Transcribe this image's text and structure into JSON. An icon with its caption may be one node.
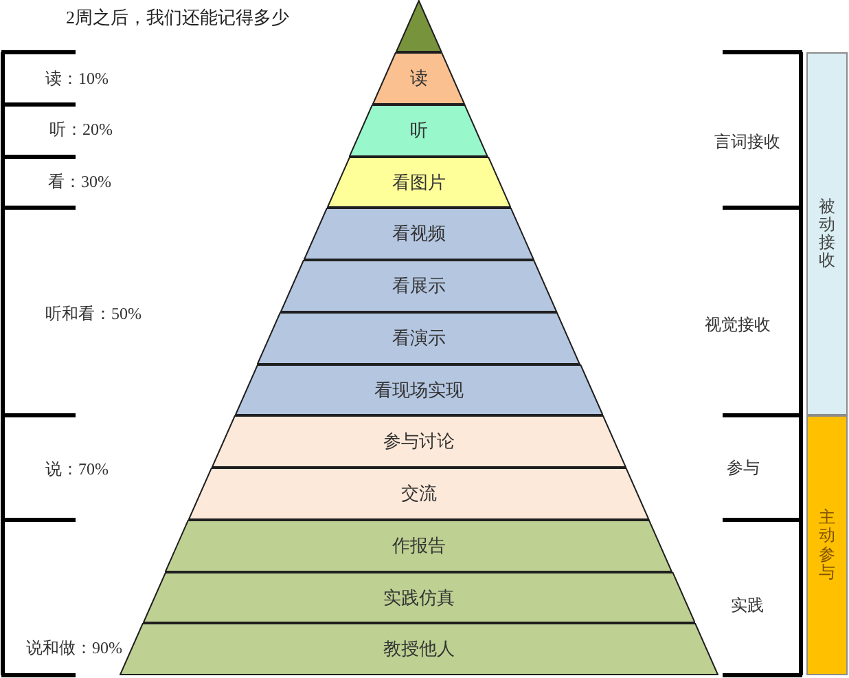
{
  "diagram": {
    "title": "2周之后，我们还能记得多少",
    "nodes": [
      {
        "text": [],
        "shape": "triangle"
      },
      {
        "text": [
          "读"
        ]
      },
      {
        "text": [
          "听"
        ]
      },
      {
        "text": [
          "看图片"
        ]
      },
      {
        "text": [
          "看视频"
        ]
      },
      {
        "text": [
          "看展示"
        ]
      },
      {
        "text": [
          "看演示"
        ]
      },
      {
        "text": [
          "看现场实现"
        ]
      },
      {
        "text": [
          "参与讨论"
        ]
      },
      {
        "text": [
          "交流"
        ]
      },
      {
        "text": [
          "作报告"
        ]
      },
      {
        "text": [
          "实践仿真"
        ]
      },
      {
        "text": [
          "教授他人"
        ]
      },
      {
        "text": [
          "被动接收"
        ]
      },
      {
        "text": [
          "主动参与"
        ]
      }
    ],
    "labels": [
      "读：10%",
      "听：20%",
      "看：30%",
      "听和看：50%",
      "说：70%",
      "说和做：90%",
      "言词接收",
      "视觉接收",
      "参与",
      "实践"
    ]
  }
}
